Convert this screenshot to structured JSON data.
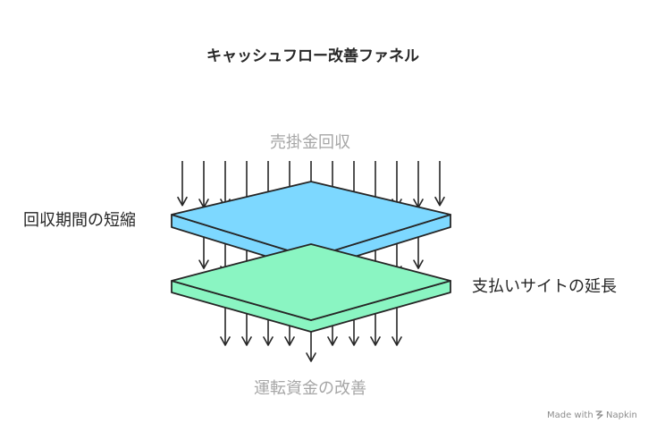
{
  "title": "キャッシュフロー改善ファネル",
  "top_label": "売掛金回収",
  "bottom_label": "運転資金の改善",
  "layers": [
    {
      "label": "回収期間の短縮",
      "color": "#7DD8FF",
      "edge_color": "#262626"
    },
    {
      "label": "支払いサイトの延長",
      "color": "#8AF5C2",
      "edge_color": "#262626"
    }
  ],
  "branding": {
    "text": "Made with",
    "brand": "Napkin"
  }
}
